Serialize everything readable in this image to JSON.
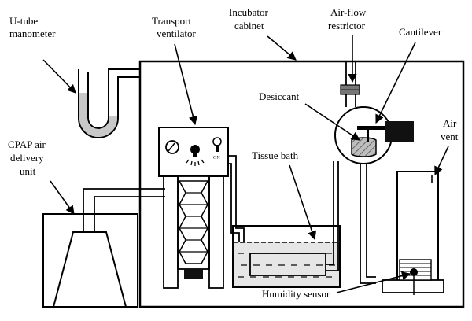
{
  "labels": {
    "manometer": [
      "U-tube",
      "manometer"
    ],
    "ventilator": [
      "Transport",
      "ventilator"
    ],
    "incubator": [
      "Incubator",
      "cabinet"
    ],
    "restrictor": [
      "Air-flow",
      "restrictor"
    ],
    "cantilever": "Cantilever",
    "desiccant": "Desiccant",
    "cpap": [
      "CPAP air",
      "delivery",
      "unit"
    ],
    "tissue_bath": "Tissue bath",
    "air_vent": [
      "Air",
      "vent"
    ],
    "humidity_sensor": "Humidity sensor",
    "ventilator_switch": "ON"
  },
  "colors": {
    "line": "#000000",
    "fluid": "#c8c8c8",
    "bath_water": "#e6e6e6",
    "desiccant": "#a8a8a8",
    "dark": "#111111"
  }
}
